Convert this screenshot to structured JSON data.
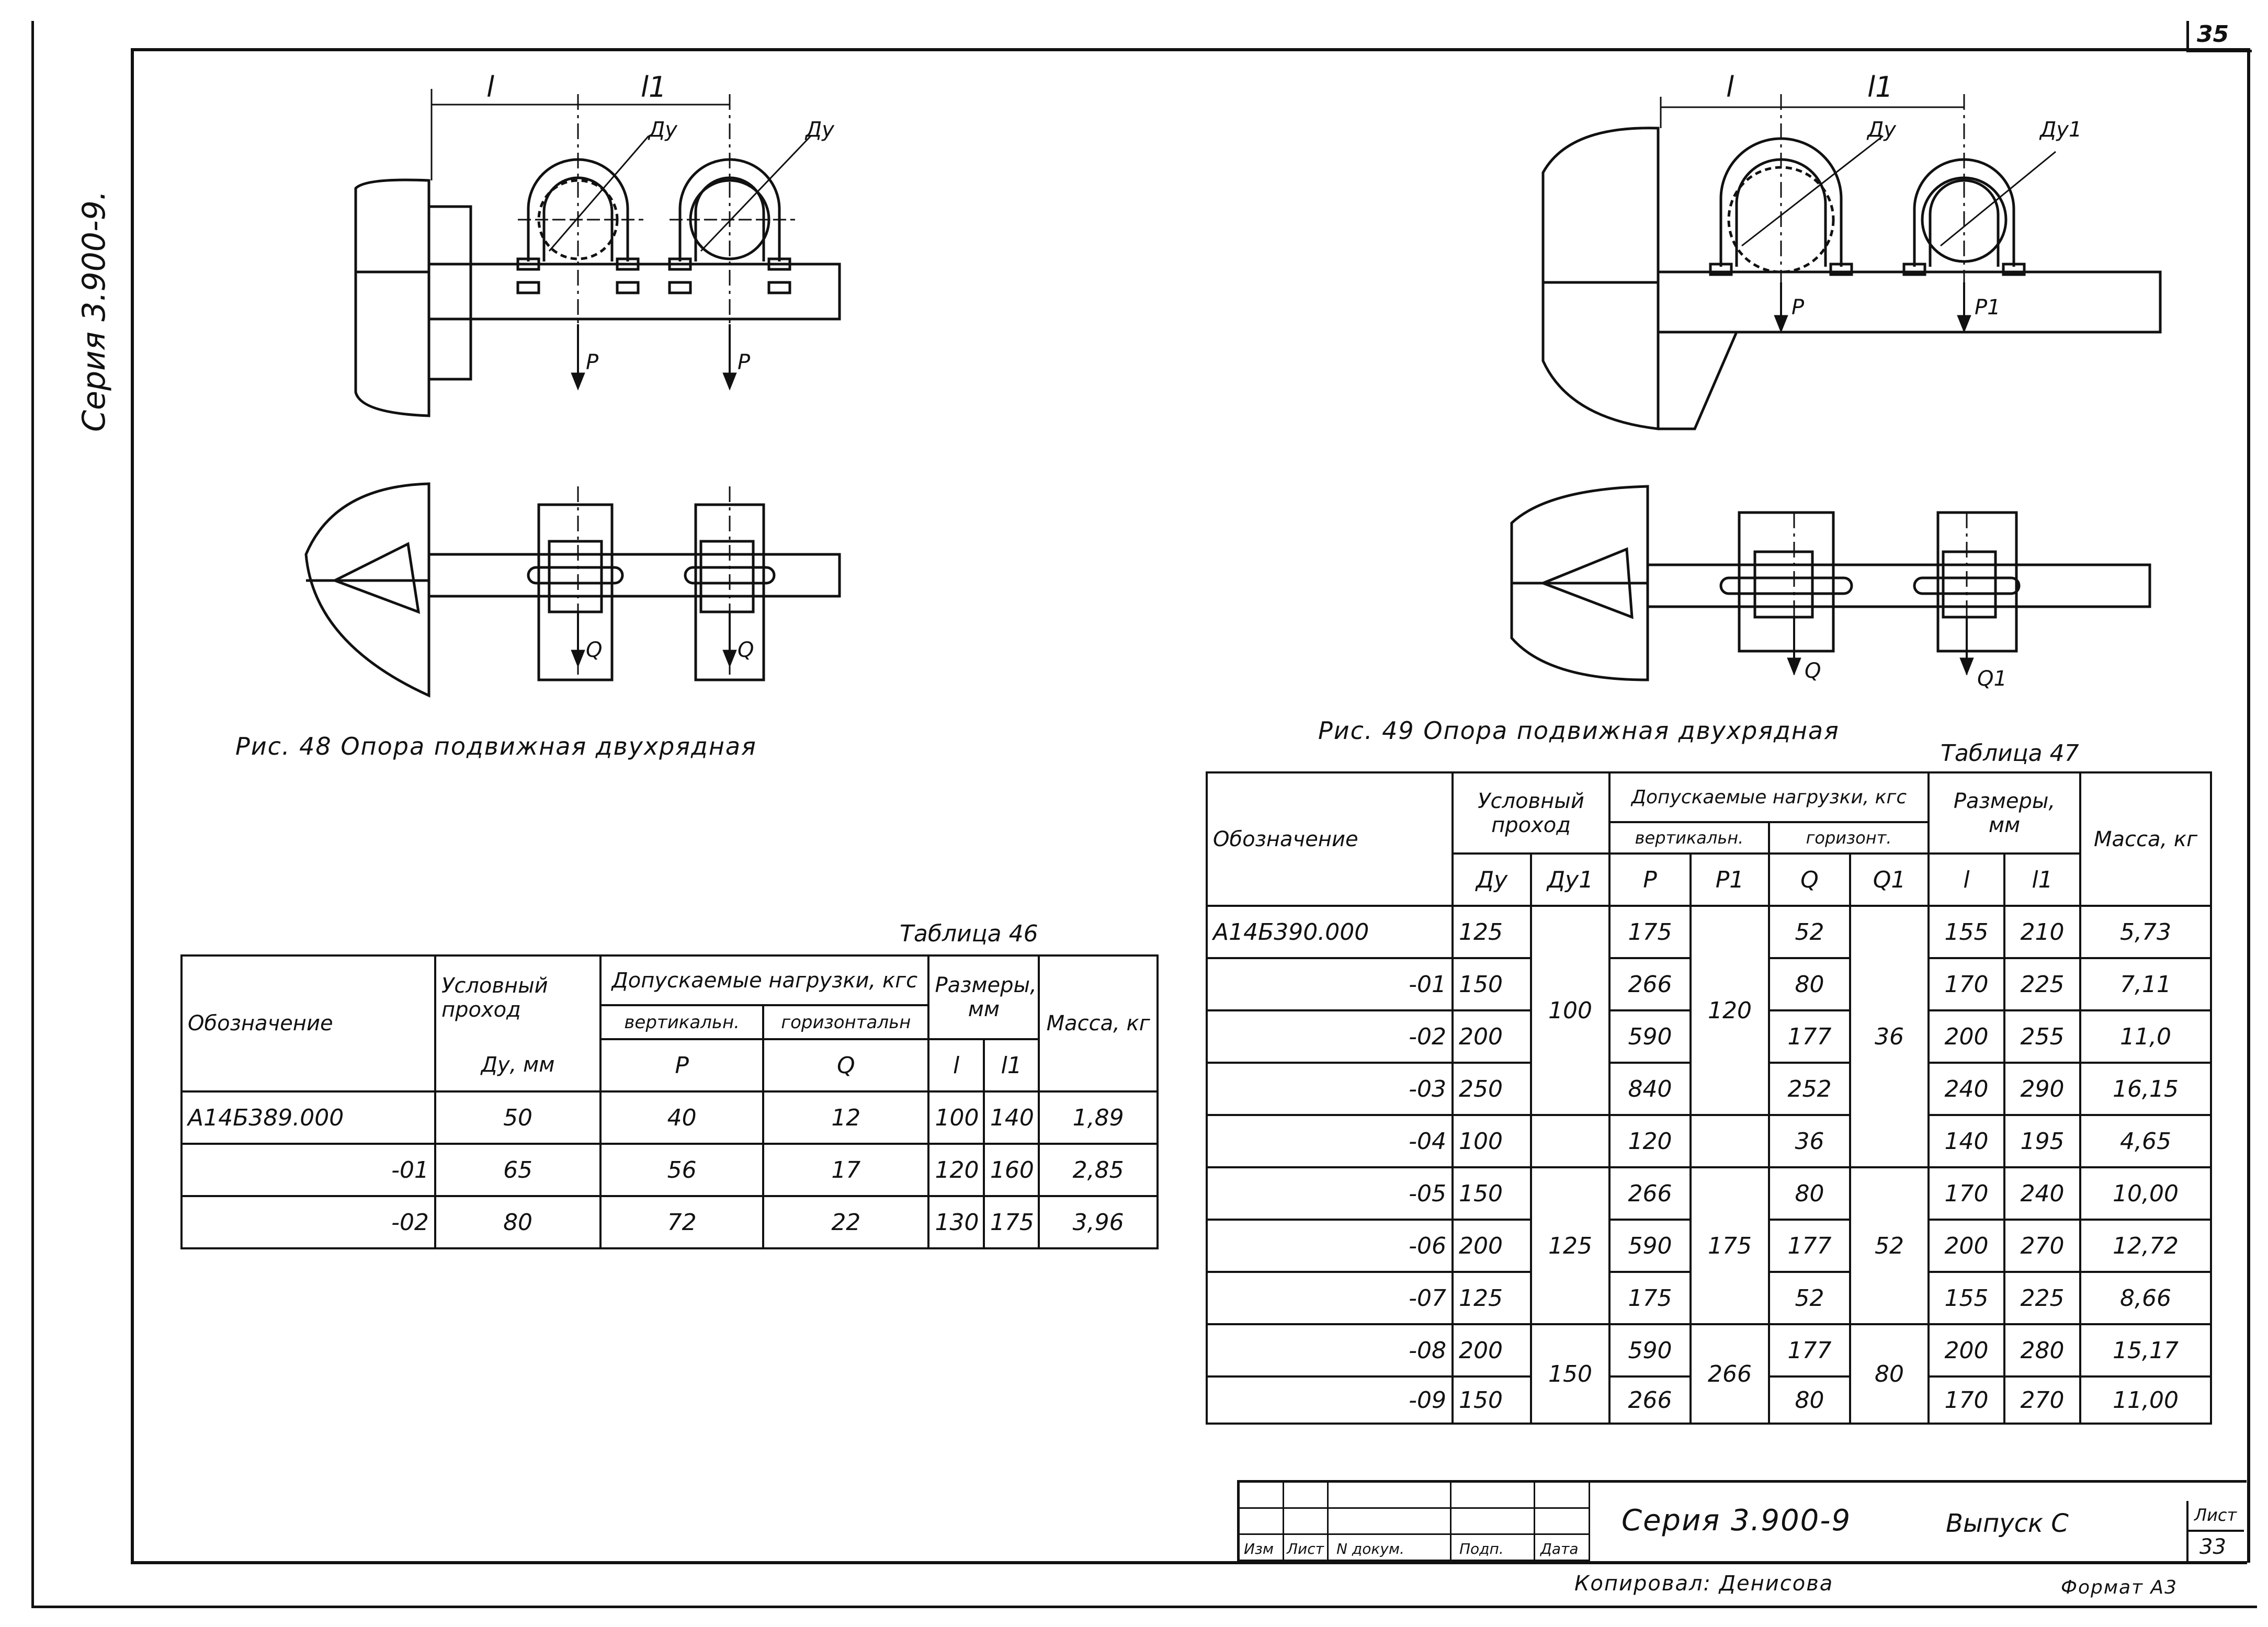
{
  "page_number": "35",
  "series_side": "Серия 3.900-9.",
  "fig48": {
    "caption": "Рис. 48 Опора подвижная двухрядная",
    "dim_l": "l",
    "dim_l1": "l1",
    "label_du_a": "Ду",
    "label_du_b": "Ду",
    "load_p_a": "P",
    "load_p_b": "P",
    "load_q_a": "Q",
    "load_q_b": "Q"
  },
  "fig49": {
    "caption": "Рис. 49 Опора подвижная двухрядная",
    "dim_l": "l",
    "dim_l1": "l1",
    "label_du": "Ду",
    "label_du1": "Ду1",
    "load_p": "P",
    "load_p1": "P1",
    "load_q": "Q",
    "load_q1": "Q1"
  },
  "table46": {
    "title": "Таблица 46",
    "headers": {
      "designation": "Обозначение",
      "nominal": "Условный проход",
      "nominal_unit": "Ду, мм",
      "loads": "Допускаемые нагрузки, кгс",
      "vertical": "вертикальн.",
      "horizontal": "горизонтальн",
      "p": "P",
      "q": "Q",
      "dims": "Размеры, мм",
      "l": "l",
      "l1": "l1",
      "mass": "Масса, кг"
    },
    "rows": [
      {
        "designation": "А14Б389.000",
        "du": "50",
        "p": "40",
        "q": "12",
        "l": "100",
        "l1": "140",
        "mass": "1,89"
      },
      {
        "designation": "-01",
        "du": "65",
        "p": "56",
        "q": "17",
        "l": "120",
        "l1": "160",
        "mass": "2,85"
      },
      {
        "designation": "-02",
        "du": "80",
        "p": "72",
        "q": "22",
        "l": "130",
        "l1": "175",
        "mass": "3,96"
      }
    ]
  },
  "table47": {
    "title": "Таблица 47",
    "headers": {
      "designation": "Обозначение",
      "nominal": "Условный проход",
      "du": "Ду",
      "du1": "Ду1",
      "loads": "Допускаемые нагрузки, кгс",
      "vertical": "вертикальн.",
      "horizontal": "горизонт.",
      "p": "P",
      "p1": "P1",
      "q": "Q",
      "q1": "Q1",
      "dims": "Размеры, мм",
      "l": "l",
      "l1": "l1",
      "mass": "Масса, кг"
    },
    "rows": [
      {
        "designation": "А14Б390.000",
        "du": "125",
        "p": "175",
        "q": "52",
        "l": "155",
        "l1": "210",
        "mass": "5,73"
      },
      {
        "designation": "-01",
        "du": "150",
        "p": "266",
        "q": "80",
        "l": "170",
        "l1": "225",
        "mass": "7,11"
      },
      {
        "designation": "-02",
        "du": "200",
        "p": "590",
        "q": "177",
        "l": "200",
        "l1": "255",
        "mass": "11,0"
      },
      {
        "designation": "-03",
        "du": "250",
        "p": "840",
        "q": "252",
        "l": "240",
        "l1": "290",
        "mass": "16,15"
      },
      {
        "designation": "-04",
        "du": "100",
        "p": "120",
        "q": "36",
        "l": "140",
        "l1": "195",
        "mass": "4,65"
      },
      {
        "designation": "-05",
        "du": "150",
        "p": "266",
        "q": "80",
        "l": "170",
        "l1": "240",
        "mass": "10,00"
      },
      {
        "designation": "-06",
        "du": "200",
        "p": "590",
        "q": "177",
        "l": "200",
        "l1": "270",
        "mass": "12,72"
      },
      {
        "designation": "-07",
        "du": "125",
        "p": "175",
        "q": "52",
        "l": "155",
        "l1": "225",
        "mass": "8,66"
      },
      {
        "designation": "-08",
        "du": "200",
        "p": "590",
        "q": "177",
        "l": "200",
        "l1": "280",
        "mass": "15,17"
      },
      {
        "designation": "-09",
        "du": "150",
        "p": "266",
        "q": "80",
        "l": "170",
        "l1": "270",
        "mass": "11,00"
      }
    ],
    "merged": {
      "du1_a": "100",
      "du1_b": "125",
      "du1_c": "150",
      "p1_a": "120",
      "p1_b": "175",
      "p1_c": "266",
      "q1_a": "36",
      "q1_b": "52",
      "q1_c": "80"
    }
  },
  "title_block": {
    "izm": "Изм",
    "list": "Лист",
    "doc": "N докум.",
    "sign": "Подп.",
    "date": "Дата",
    "series": "Серия 3.900-9",
    "issue": "Выпуск С",
    "sheet_label": "Лист",
    "sheet_num": "33"
  },
  "footer": {
    "copied": "Копировал: Денисова",
    "format": "Формат А3"
  }
}
